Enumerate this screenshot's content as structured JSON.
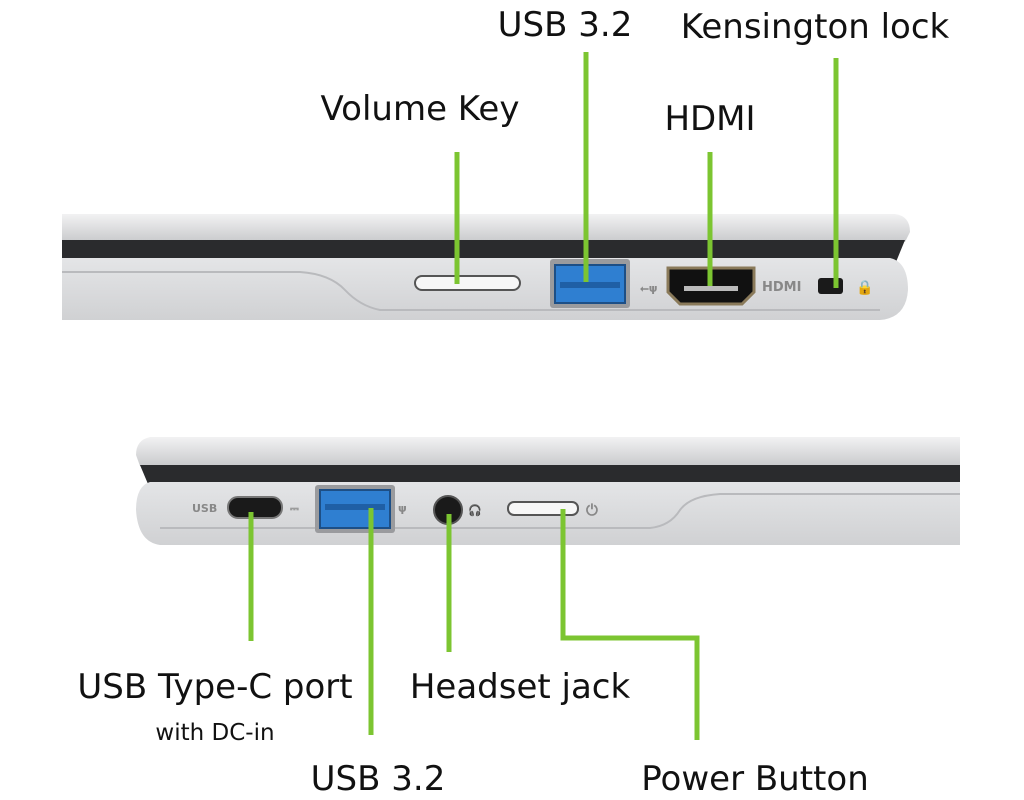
{
  "top_view": {
    "labels": {
      "usb": "USB 3.2",
      "kensington": "Kensington lock",
      "volume": "Volume Key",
      "hdmi": "HDMI"
    },
    "chassis_marking": "HDMI"
  },
  "bottom_view": {
    "labels": {
      "usb_c": "USB Type-C port",
      "usb_c_sub": "with DC-in",
      "headset": "Headset jack",
      "usb": "USB 3.2",
      "power": "Power Button"
    },
    "chassis_marking": "USB"
  },
  "colors": {
    "leader_line": "#7cc531",
    "usb_port": "#2f7fd1",
    "chassis": "#d9dadc"
  }
}
